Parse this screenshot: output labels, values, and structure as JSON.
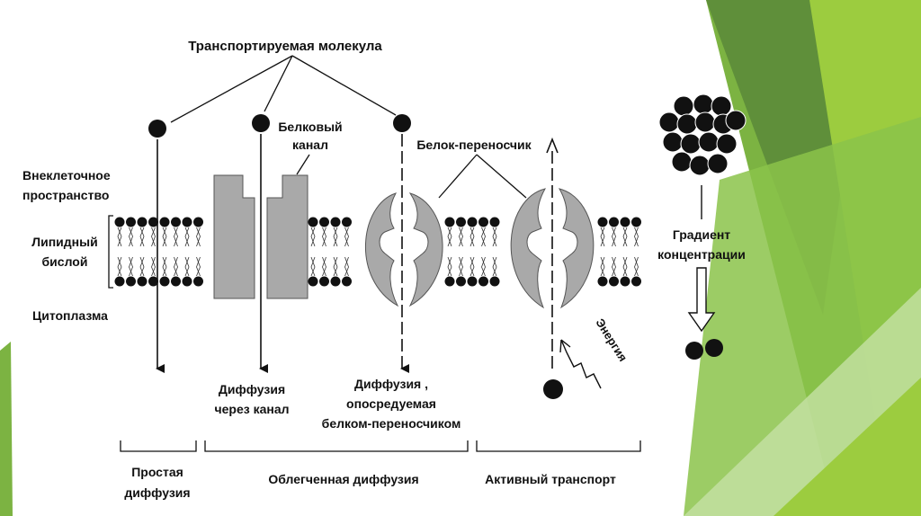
{
  "labels": {
    "transported_molecule": "Транспортируемая молекула",
    "protein_channel_line1": "Белковый",
    "protein_channel_line2": "канал",
    "carrier_protein": "Белок-переносчик",
    "extracellular_line1": "Внеклеточное",
    "extracellular_line2": "пространство",
    "lipid_bilayer_line1": "Липидный",
    "lipid_bilayer_line2": "бислой",
    "cytoplasm": "Цитоплазма",
    "gradient_line1": "Градиент",
    "gradient_line2": "концентрации",
    "energy": "Энергия",
    "channel_diffusion_line1": "Диффузия",
    "channel_diffusion_line2": "через канал",
    "carrier_diffusion_line1": "Диффузия ,",
    "carrier_diffusion_line2": "опосредуемая",
    "carrier_diffusion_line3": "белком-переносчиком",
    "simple_diffusion_line1": "Простая",
    "simple_diffusion_line2": "диффузия",
    "facilitated_diffusion": "Облегченная диффузия",
    "active_transport": "Активный транспорт"
  },
  "colors": {
    "protein_fill": "#a9a9a9",
    "ink": "#111111",
    "green_dark": "#5f8f3a",
    "green_mid": "#7cb342",
    "green_light": "#9ccc3f",
    "green_pale": "#c5e1a5"
  }
}
